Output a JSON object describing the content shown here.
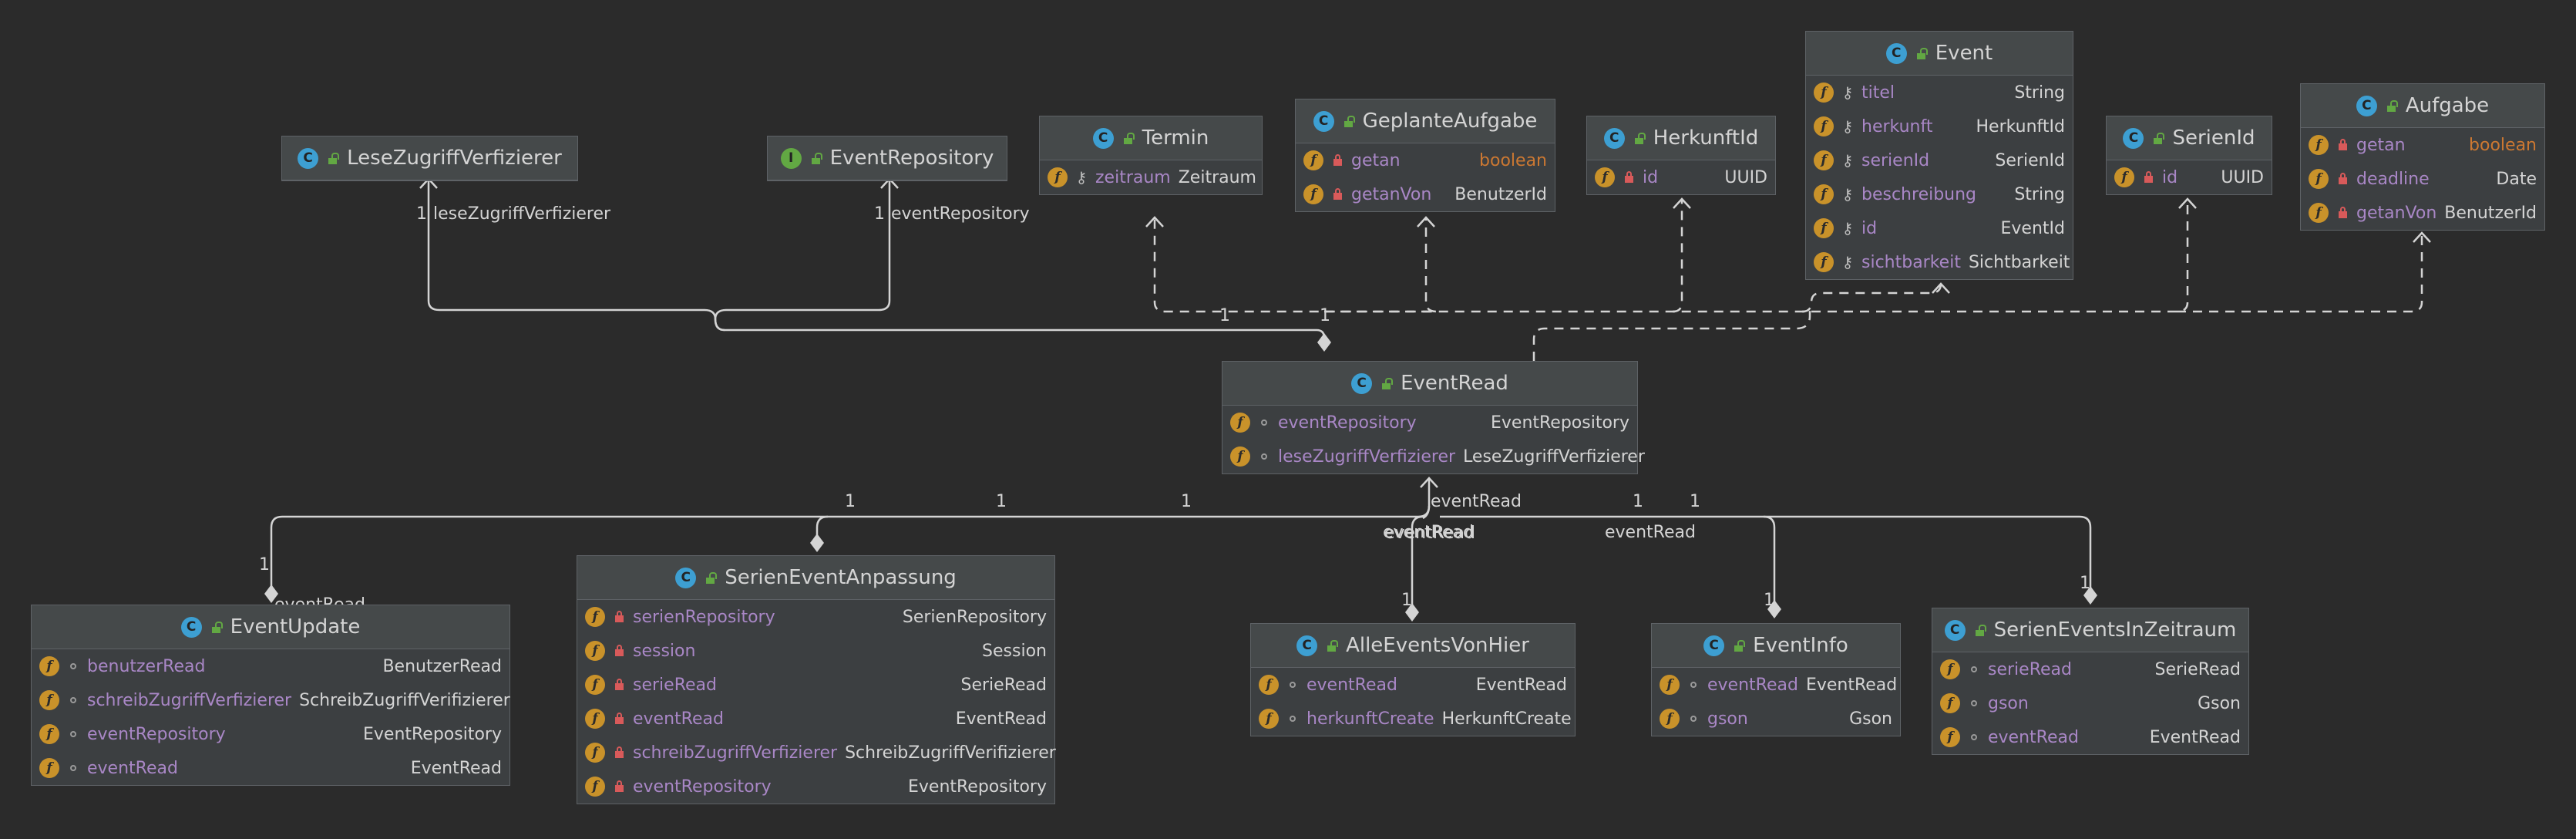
{
  "colors": {
    "background": "#2b2b2b",
    "class_fill": "#3c3f41",
    "field_name": "#a987c6",
    "keyword_type": "#cc7832",
    "class_badge": "#3d9fd2",
    "interface_badge": "#62a843",
    "field_badge": "#c9922a",
    "private_lock": "#d85a5a",
    "edge": "#d4d4d4"
  },
  "classes": {
    "lesezugriff": {
      "name": "LeseZugriffVerfizierer",
      "kind": "C",
      "fields": []
    },
    "eventrepo": {
      "name": "EventRepository",
      "kind": "I",
      "fields": []
    },
    "termin": {
      "name": "Termin",
      "kind": "C",
      "fields": [
        {
          "name": "zeitraum",
          "type": "Zeitraum",
          "vis": "final"
        }
      ]
    },
    "geplante": {
      "name": "GeplanteAufgabe",
      "kind": "C",
      "fields": [
        {
          "name": "getan",
          "type": "boolean",
          "vis": "private",
          "keyword": true
        },
        {
          "name": "getanVon",
          "type": "BenutzerId",
          "vis": "private"
        }
      ]
    },
    "herkunftid": {
      "name": "HerkunftId",
      "kind": "C",
      "fields": [
        {
          "name": "id",
          "type": "UUID",
          "vis": "private"
        }
      ]
    },
    "event": {
      "name": "Event",
      "kind": "C",
      "fields": [
        {
          "name": "titel",
          "type": "String",
          "vis": "final"
        },
        {
          "name": "herkunft",
          "type": "HerkunftId",
          "vis": "final"
        },
        {
          "name": "serienId",
          "type": "SerienId",
          "vis": "final"
        },
        {
          "name": "beschreibung",
          "type": "String",
          "vis": "final"
        },
        {
          "name": "id",
          "type": "EventId",
          "vis": "final"
        },
        {
          "name": "sichtbarkeit",
          "type": "Sichtbarkeit",
          "vis": "final"
        }
      ]
    },
    "serienid": {
      "name": "SerienId",
      "kind": "C",
      "fields": [
        {
          "name": "id",
          "type": "UUID",
          "vis": "private"
        }
      ]
    },
    "aufgabe": {
      "name": "Aufgabe",
      "kind": "C",
      "fields": [
        {
          "name": "getan",
          "type": "boolean",
          "vis": "private",
          "keyword": true
        },
        {
          "name": "deadline",
          "type": "Date",
          "vis": "private"
        },
        {
          "name": "getanVon",
          "type": "BenutzerId",
          "vis": "private"
        }
      ]
    },
    "eventread": {
      "name": "EventRead",
      "kind": "C",
      "fields": [
        {
          "name": "eventRepository",
          "type": "EventRepository",
          "vis": "package"
        },
        {
          "name": "leseZugriffVerfizierer",
          "type": "LeseZugriffVerfizierer",
          "vis": "package"
        }
      ]
    },
    "eventupdate": {
      "name": "EventUpdate",
      "kind": "C",
      "fields": [
        {
          "name": "benutzerRead",
          "type": "BenutzerRead",
          "vis": "package"
        },
        {
          "name": "schreibZugriffVerfizierer",
          "type": "SchreibZugriffVerifizierer",
          "vis": "package"
        },
        {
          "name": "eventRepository",
          "type": "EventRepository",
          "vis": "package"
        },
        {
          "name": "eventRead",
          "type": "EventRead",
          "vis": "package"
        }
      ]
    },
    "serienanp": {
      "name": "SerienEventAnpassung",
      "kind": "C",
      "fields": [
        {
          "name": "serienRepository",
          "type": "SerienRepository",
          "vis": "private"
        },
        {
          "name": "session",
          "type": "Session",
          "vis": "private"
        },
        {
          "name": "serieRead",
          "type": "SerieRead",
          "vis": "private"
        },
        {
          "name": "eventRead",
          "type": "EventRead",
          "vis": "private"
        },
        {
          "name": "schreibZugriffVerfizierer",
          "type": "SchreibZugriffVerifizierer",
          "vis": "private"
        },
        {
          "name": "eventRepository",
          "type": "EventRepository",
          "vis": "private"
        }
      ]
    },
    "alleevents": {
      "name": "AlleEventsVonHier",
      "kind": "C",
      "fields": [
        {
          "name": "eventRead",
          "type": "EventRead",
          "vis": "package"
        },
        {
          "name": "herkunftCreate",
          "type": "HerkunftCreate",
          "vis": "package"
        }
      ]
    },
    "eventinfo": {
      "name": "EventInfo",
      "kind": "C",
      "fields": [
        {
          "name": "eventRead",
          "type": "EventRead",
          "vis": "package"
        },
        {
          "name": "gson",
          "type": "Gson",
          "vis": "package"
        }
      ]
    },
    "serienzeit": {
      "name": "SerienEventsInZeitraum",
      "kind": "C",
      "fields": [
        {
          "name": "serieRead",
          "type": "SerieRead",
          "vis": "package"
        },
        {
          "name": "gson",
          "type": "Gson",
          "vis": "package"
        },
        {
          "name": "eventRead",
          "type": "EventRead",
          "vis": "package"
        }
      ]
    }
  },
  "edge_labels": [
    {
      "text": "1",
      "key": "m1"
    },
    {
      "text": "leseZugriffVerfizierer",
      "key": "r1"
    },
    {
      "text": "1",
      "key": "m2"
    },
    {
      "text": "eventRepository",
      "key": "r2"
    },
    {
      "text": "1",
      "key": "m3"
    },
    {
      "text": "1",
      "key": "m4"
    },
    {
      "text": "1",
      "key": "m5"
    },
    {
      "text": "1",
      "key": "m6"
    },
    {
      "text": "1",
      "key": "m7"
    },
    {
      "text": "eventRead",
      "key": "r3"
    },
    {
      "text": "1",
      "key": "m8"
    },
    {
      "text": "1",
      "key": "m9"
    },
    {
      "text": "eventRead",
      "key": "r4"
    },
    {
      "text": "eventRead",
      "key": "r5"
    },
    {
      "text": "eventRead",
      "key": "r6"
    },
    {
      "text": "1",
      "key": "m10"
    },
    {
      "text": "eventRead",
      "key": "r7"
    },
    {
      "text": "1",
      "key": "m11"
    },
    {
      "text": "1",
      "key": "m12"
    },
    {
      "text": "1",
      "key": "m13"
    }
  ]
}
